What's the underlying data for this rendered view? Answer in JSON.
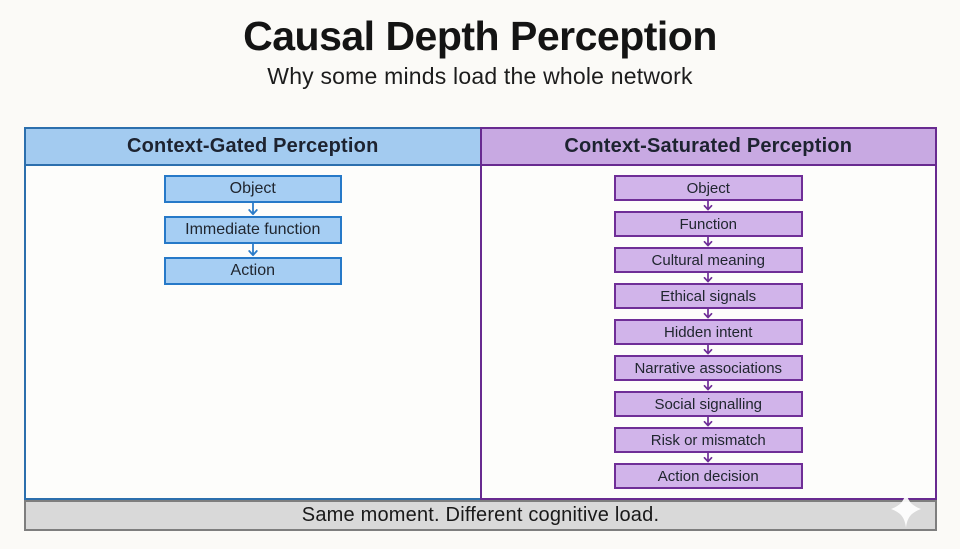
{
  "title": "Causal Depth Perception",
  "subtitle": "Why some minds load the whole network",
  "columns": [
    {
      "header": "Context-Gated Perception",
      "theme": {
        "header_fill": "#a3cbf0",
        "border": "#2c6fad",
        "box_fill": "#a6cef3",
        "box_border": "#2679c8",
        "arrow": "#2b7cc9"
      },
      "steps": [
        "Object",
        "Immediate function",
        "Action"
      ]
    },
    {
      "header": "Context-Saturated Perception",
      "theme": {
        "header_fill": "#c8a9e2",
        "border": "#682a90",
        "box_fill": "#d1b4ea",
        "box_border": "#6f2e97",
        "arrow": "#6f2e97"
      },
      "steps": [
        "Object",
        "Function",
        "Cultural meaning",
        "Ethical signals",
        "Hidden intent",
        "Narrative associations",
        "Social signalling",
        "Risk or mismatch",
        "Action decision"
      ]
    }
  ],
  "footer": {
    "text": "Same moment. Different cognitive load.",
    "sparkle_icon": "four-pointed-star",
    "bar_fill": "#d9d9d9"
  }
}
